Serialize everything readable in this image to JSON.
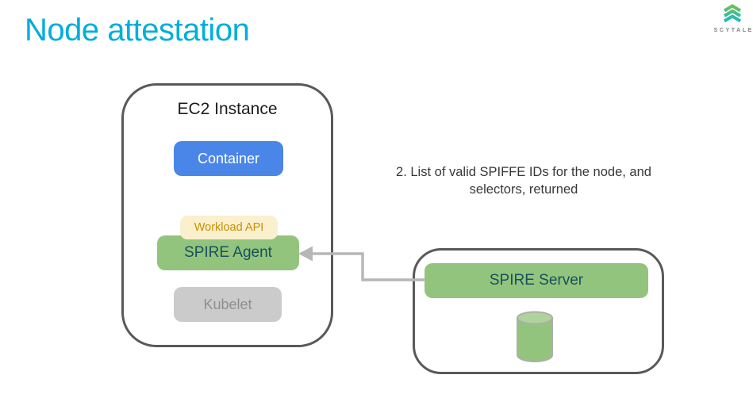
{
  "header": {
    "title": "Node attestation",
    "logo": {
      "brand": "SCYTALE",
      "icon": "scytale-logo"
    }
  },
  "colors": {
    "title-cyan": "#00AEDA",
    "container-blue": "#4A86E8",
    "box-green": "#93C47D",
    "box-green-light": "#AED49B",
    "teal-text": "#17505E",
    "cream-bg": "#FBF0CD",
    "gold-text": "#C49102",
    "gray-bg": "#CBCBCB",
    "gray-text": "#8F8F8F",
    "outline-gray": "#595959",
    "arrow-gray": "#B7B7B7",
    "annotation-text": "#383838",
    "cylinder-stroke": "#ADADAD",
    "logo-green": "#7DC242",
    "logo-cyan": "#00B9E4",
    "logo-gray": "#828282"
  },
  "diagram": {
    "ec2": {
      "title": "EC2 Instance",
      "container_label": "Container",
      "workload_api_label": "Workload API",
      "spire_agent_label": "SPIRE Agent",
      "kubelet_label": "Kubelet"
    },
    "annotation": {
      "line1": "2. List of valid SPIFFE IDs for the node, and",
      "line2": "selectors, returned"
    },
    "server": {
      "label": "SPIRE Server",
      "database_icon": "database-cylinder-icon"
    },
    "arrow": {
      "direction": "server-to-agent"
    }
  }
}
